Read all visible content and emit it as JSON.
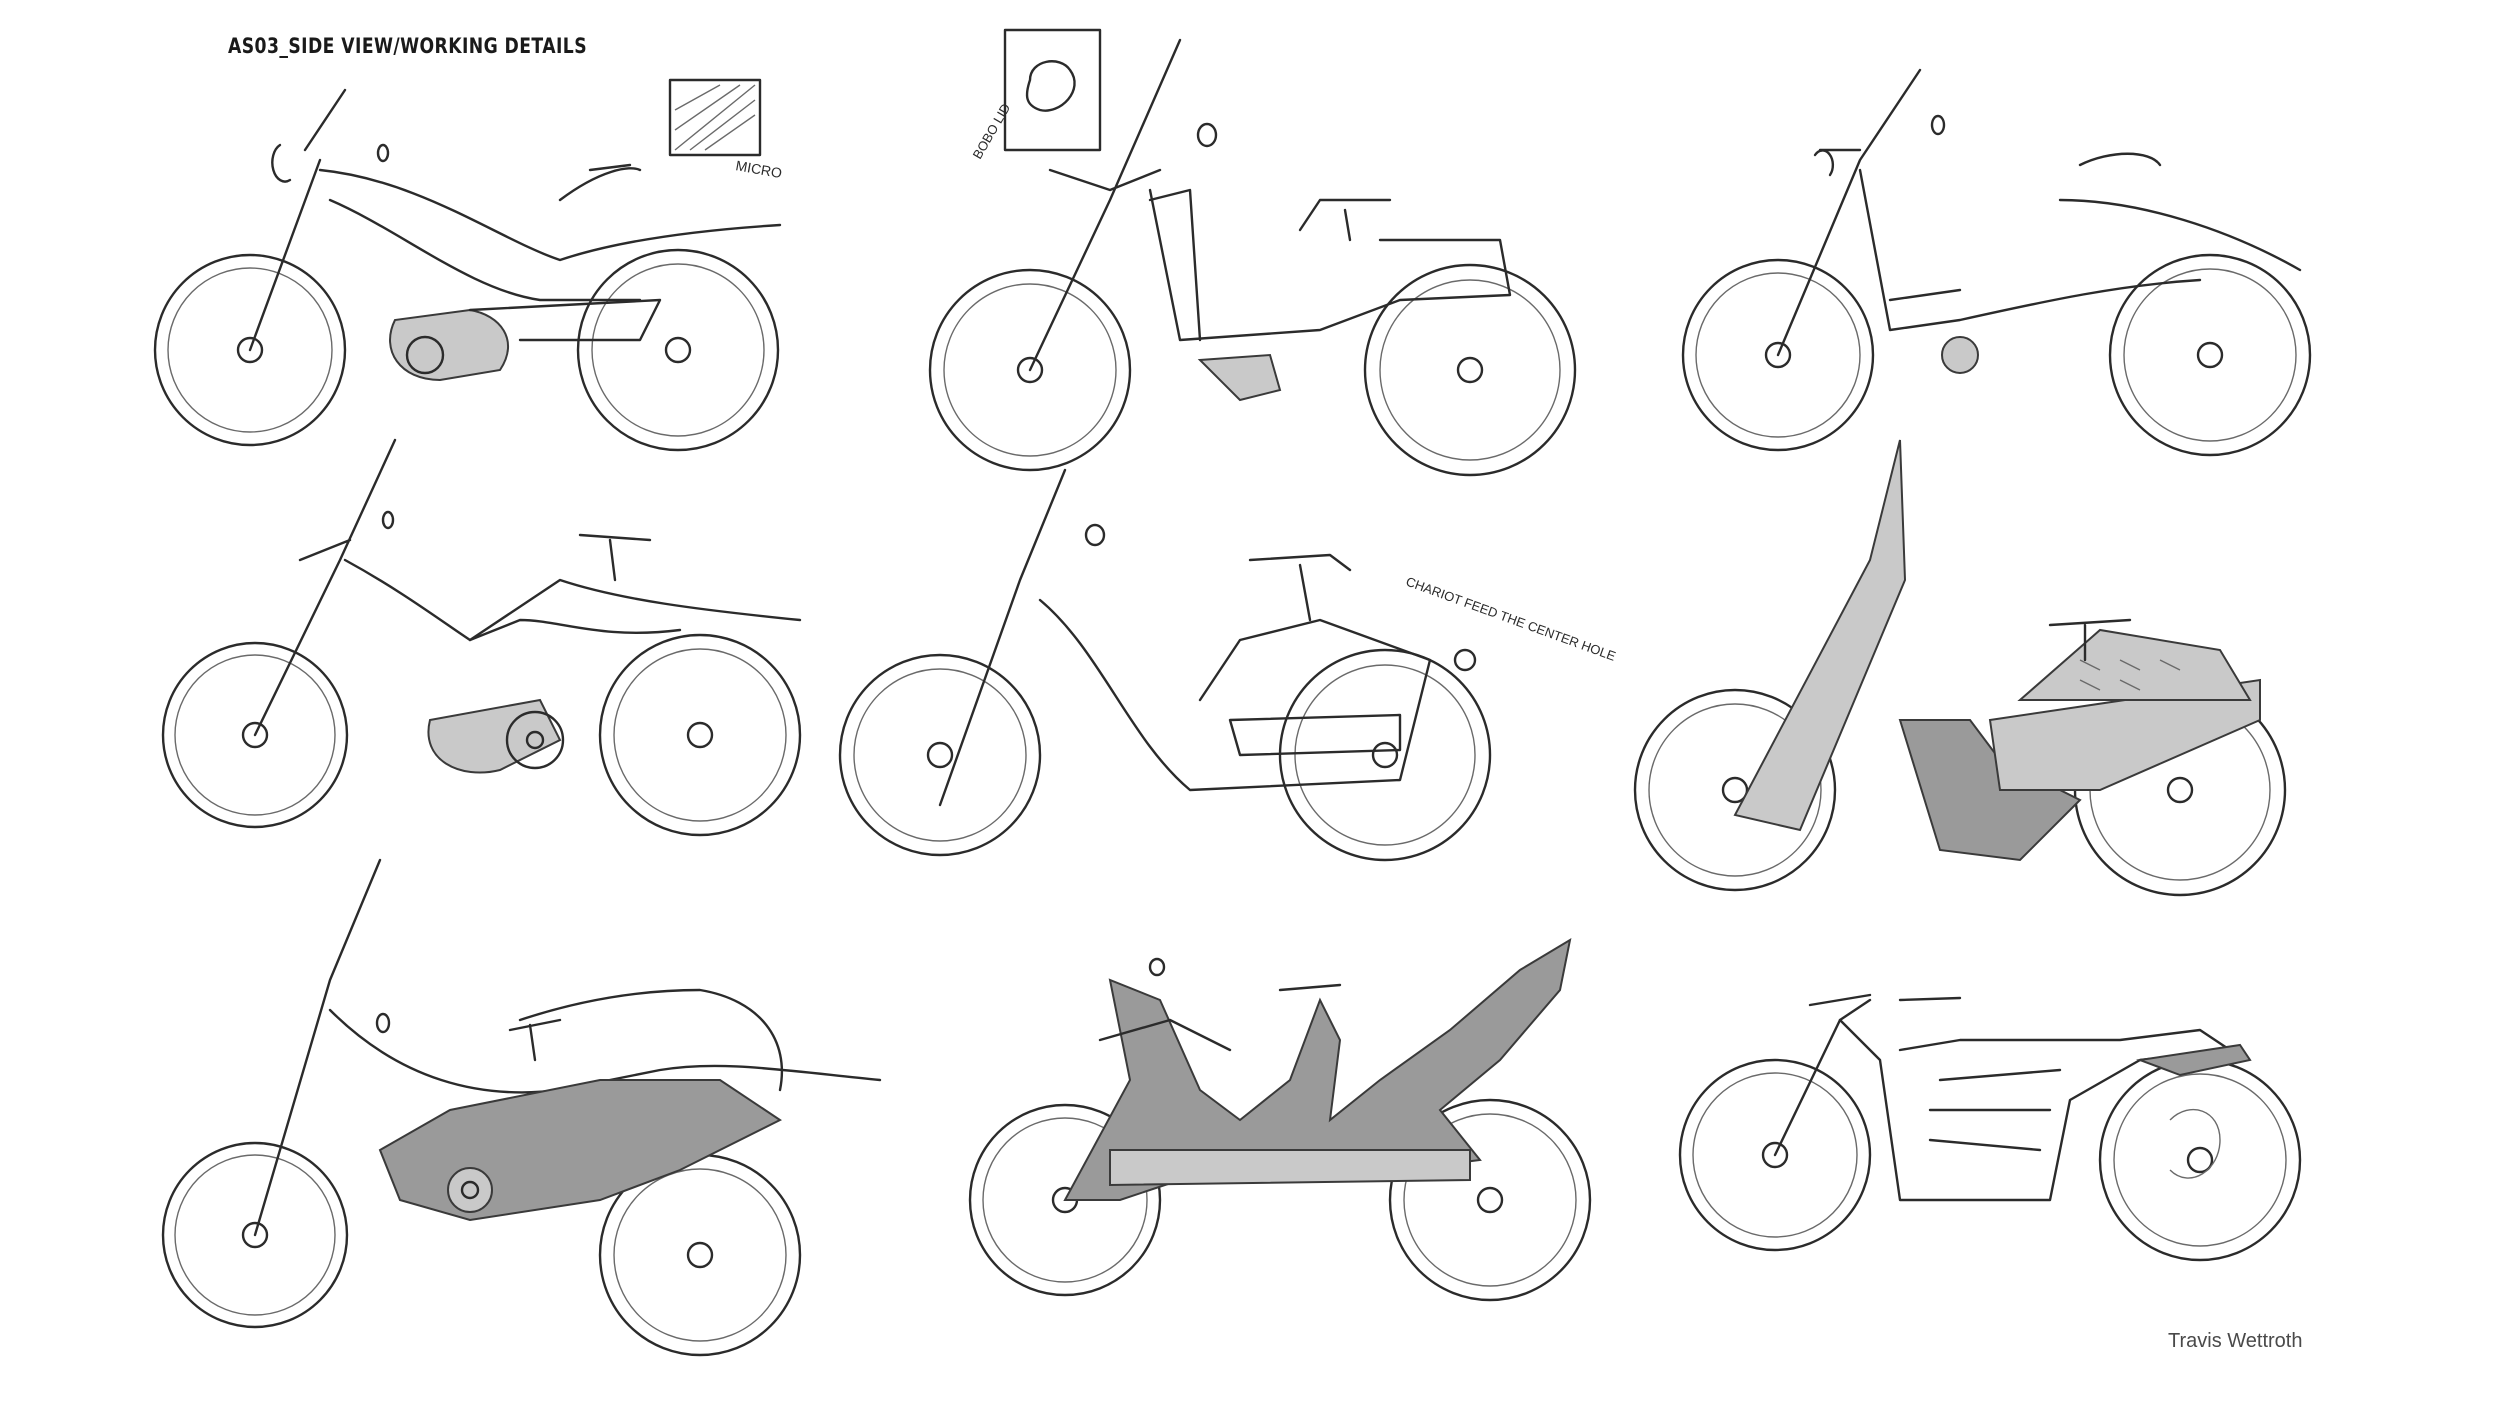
{
  "sheet": {
    "title": "AS03_SIDE VIEW/WORKING DETAILS",
    "credit": "Travis Wettroth"
  },
  "annotations": {
    "micro": "MICRO",
    "bobo_lid": "BOBO LID",
    "chariot_note": "CHARIOT FEED THE CENTER HOLE"
  },
  "sketches": [
    {
      "id": 1,
      "shading": "line"
    },
    {
      "id": 2,
      "shading": "line"
    },
    {
      "id": 3,
      "shading": "line"
    },
    {
      "id": 4,
      "shading": "line"
    },
    {
      "id": 5,
      "shading": "line"
    },
    {
      "id": 6,
      "shading": "gray"
    },
    {
      "id": 7,
      "shading": "gray"
    },
    {
      "id": 8,
      "shading": "gray"
    },
    {
      "id": 9,
      "shading": "line"
    }
  ],
  "colors": {
    "ink": "#2b2b2b",
    "shade": "#9a9a9a",
    "paper": "#ffffff"
  }
}
